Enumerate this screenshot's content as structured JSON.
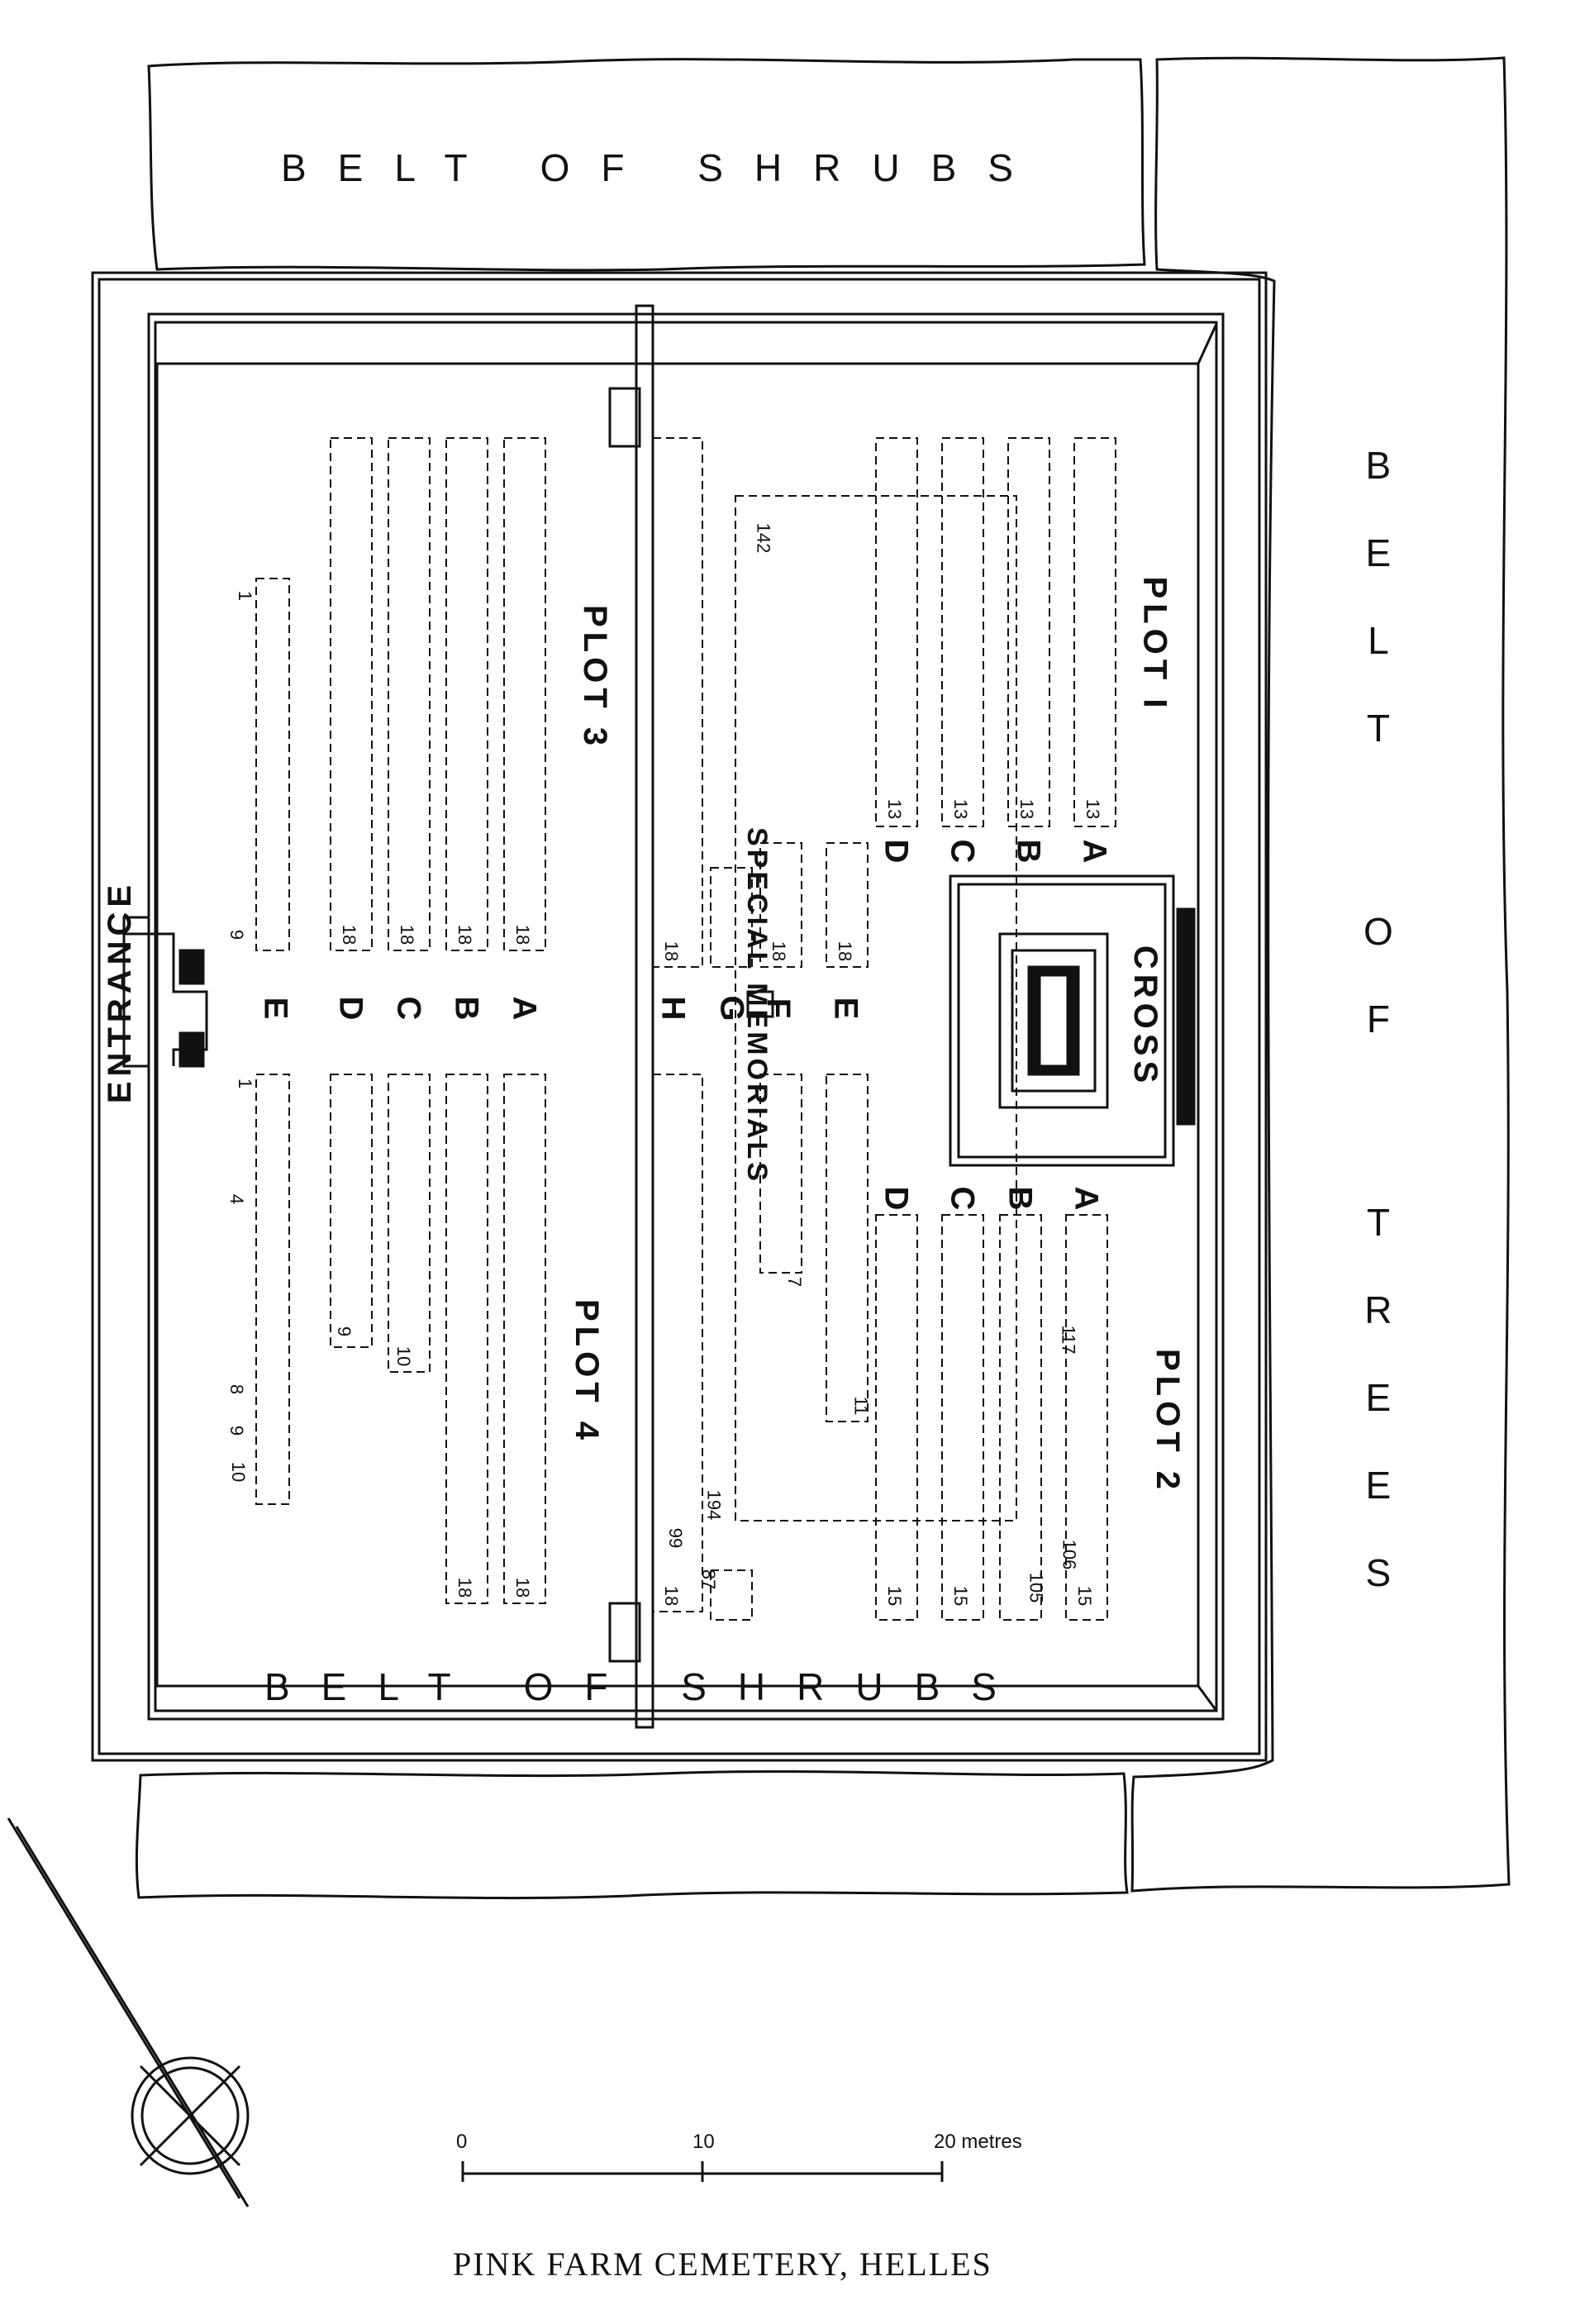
{
  "map": {
    "caption": "PINK FARM CEMETERY, HELLES",
    "entrance": "ENTRANCE",
    "belts": {
      "top": "BELT OF SHRUBS",
      "bottom": "BELT OF SHRUBS",
      "right": [
        "B",
        "E",
        "L",
        "T",
        "",
        "O",
        "F",
        "",
        "T",
        "R",
        "E",
        "E",
        "S"
      ]
    },
    "cross": "CROSS",
    "plots": {
      "plot1": "PLOT I",
      "plot2": "PLOT 2",
      "plot3": "PLOT 3",
      "plot4": "PLOT 4"
    },
    "rows_plots_1_2": [
      "A",
      "B",
      "C",
      "D"
    ],
    "rows_plots_3_4": [
      "A",
      "B",
      "C",
      "D",
      "E"
    ],
    "special": {
      "rows": [
        "E",
        "F",
        "G",
        "H"
      ],
      "memorials": "SPECIAL MEMORIALS"
    },
    "grave_numbers": {
      "r13": "13",
      "r18": "18",
      "r15": "15",
      "n1": "1",
      "n9": "9",
      "n10": "10",
      "n4": "4",
      "n8": "8",
      "n7": "7",
      "n11": "11",
      "n106": "106",
      "n117": "117",
      "n105": "105",
      "n194": "194",
      "n99": "99",
      "n87": "87",
      "n142": "142"
    },
    "scale": {
      "zero": "0",
      "ten": "10",
      "twenty": "20 metres"
    }
  }
}
